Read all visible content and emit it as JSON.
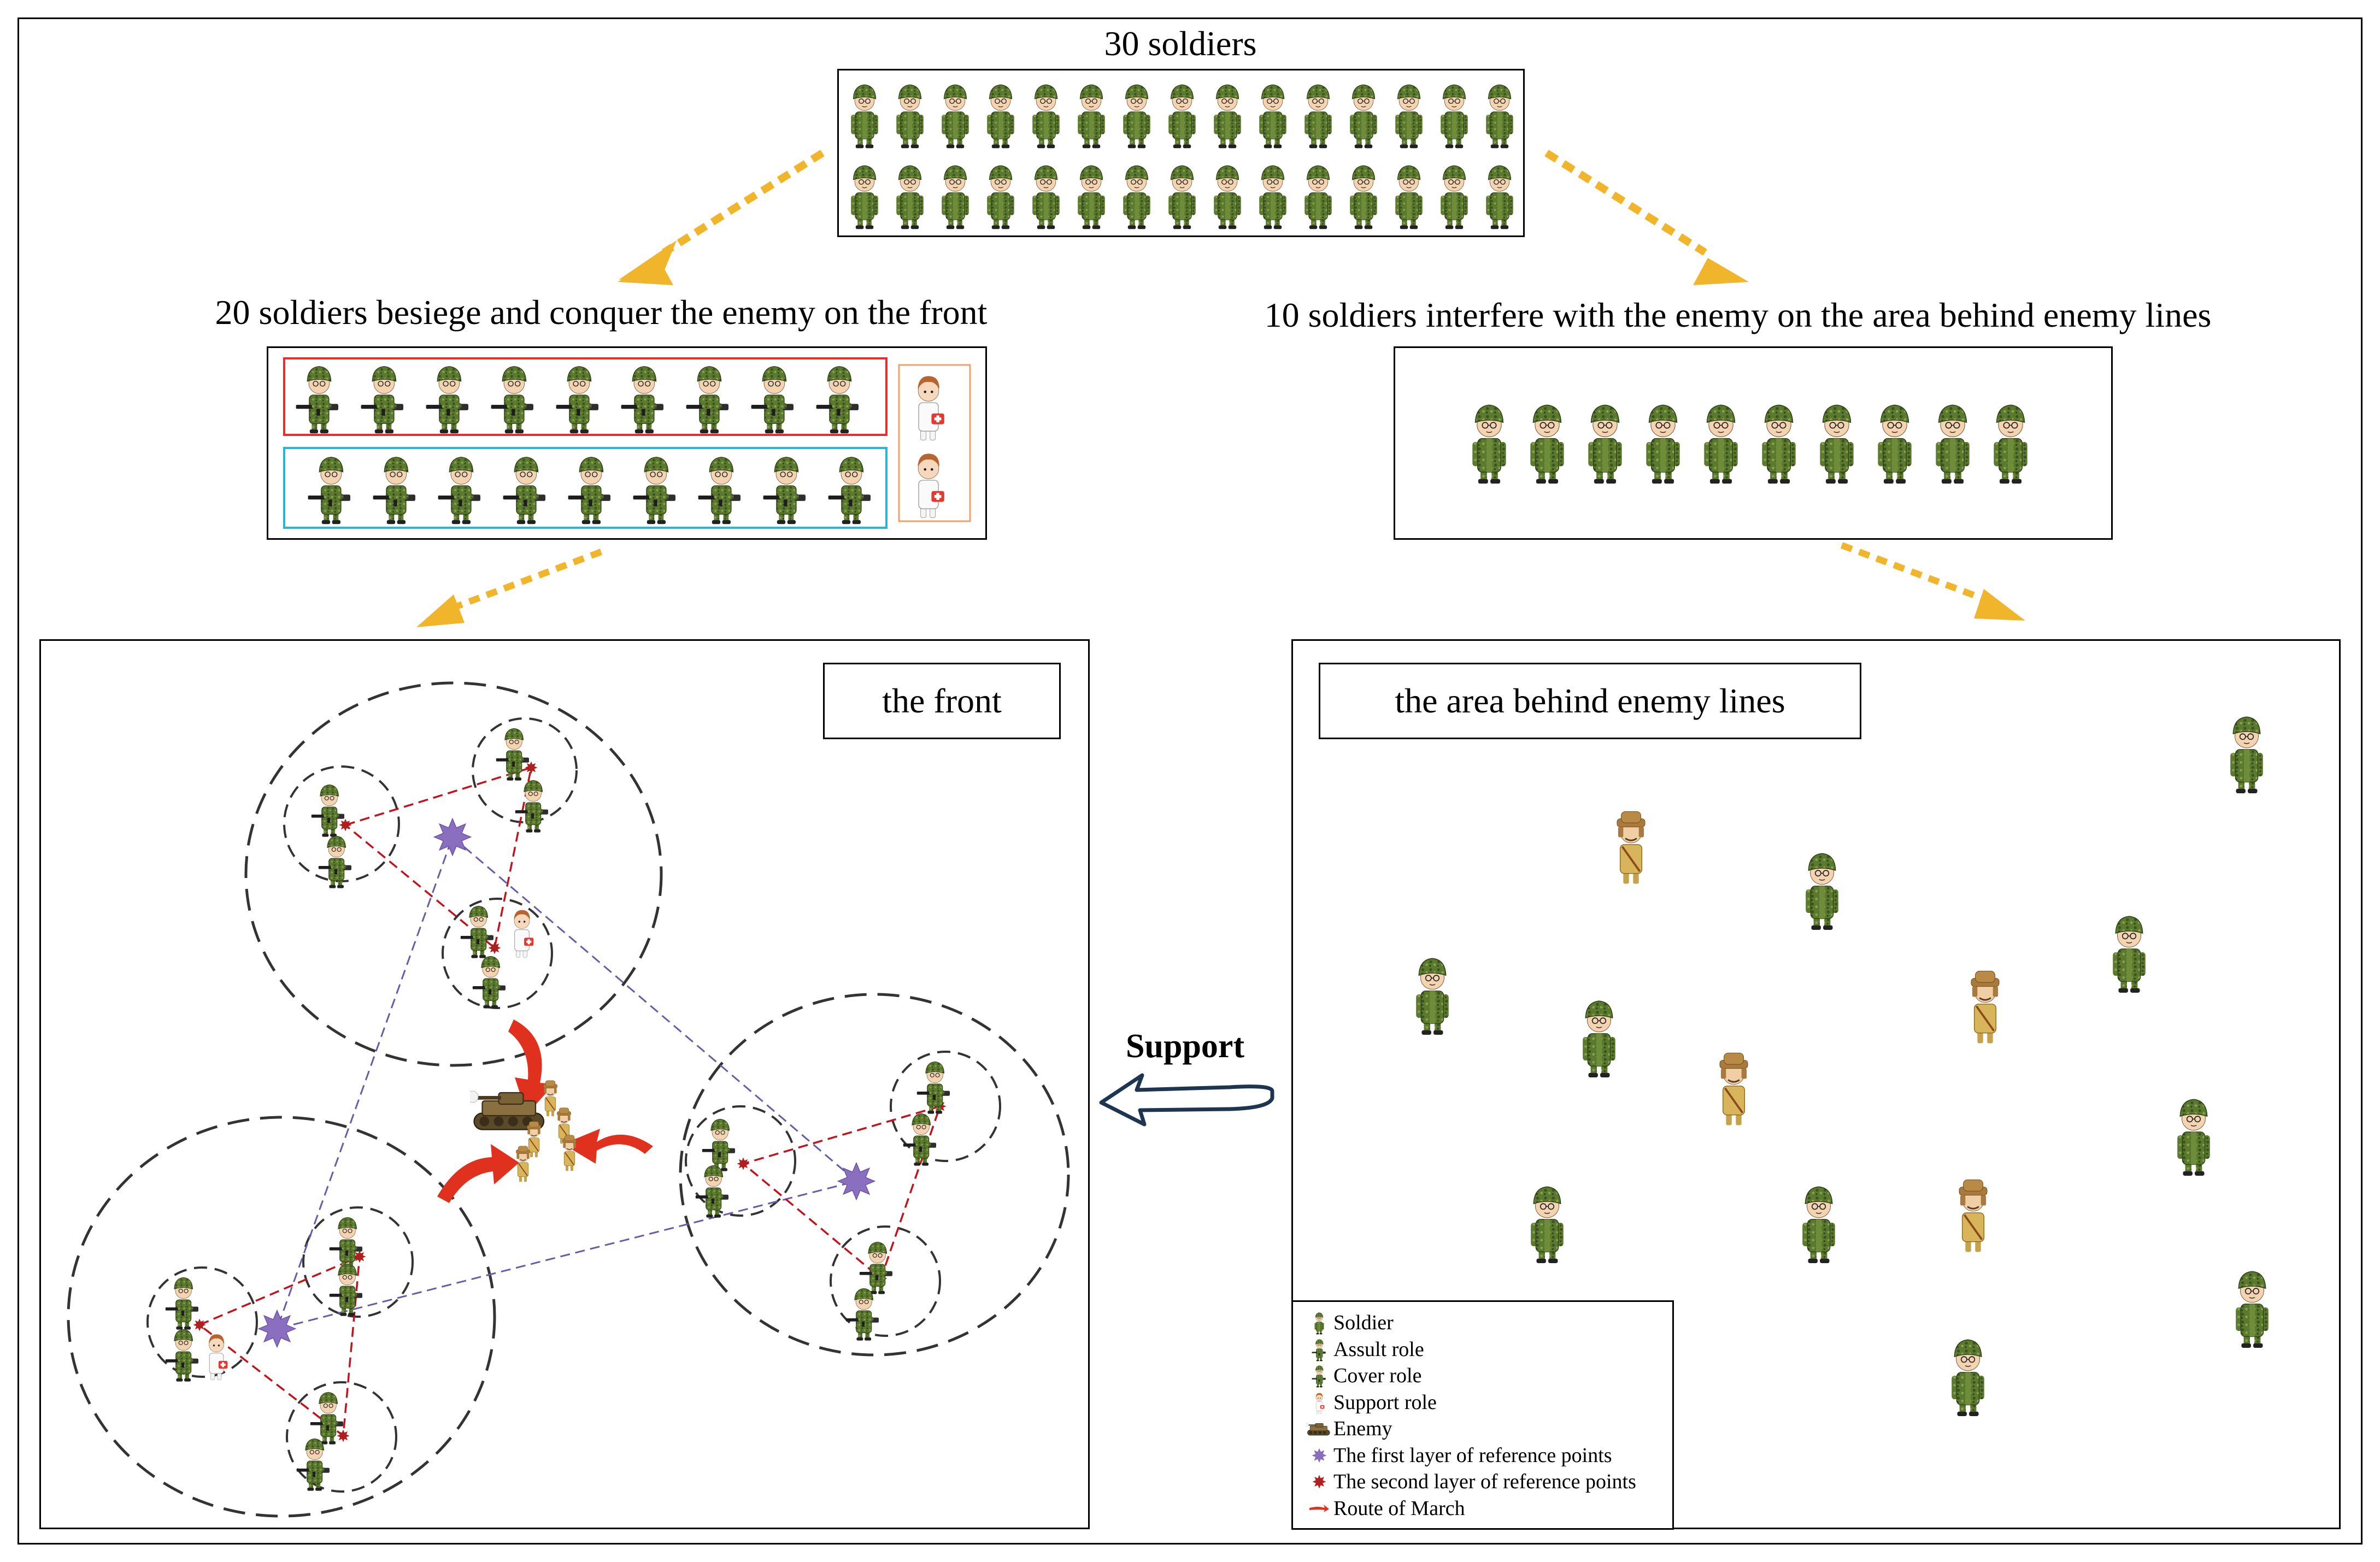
{
  "top": {
    "title": "30 soldiers"
  },
  "branches": {
    "front_title": "20 soldiers besiege and conquer the enemy on the front",
    "rear_title": "10 soldiers interfere with the enemy on the area behind enemy lines"
  },
  "panels": {
    "front_label": "the front",
    "rear_label": "the area behind enemy lines"
  },
  "support": {
    "label": "Support"
  },
  "legend": {
    "items": [
      {
        "label": "Soldier",
        "icon": "soldier-icon"
      },
      {
        "label": "Assult role",
        "icon": "assault-soldier-icon"
      },
      {
        "label": "Cover role",
        "icon": "cover-soldier-icon"
      },
      {
        "label": "Support role",
        "icon": "medic-icon"
      },
      {
        "label": "Enemy",
        "icon": "enemy-icon"
      },
      {
        "label": "The first layer of reference points",
        "icon": "purple-star-icon"
      },
      {
        "label": "The second layer of reference points",
        "icon": "red-star-icon"
      },
      {
        "label": "Route of March",
        "icon": "red-arrow-icon"
      }
    ]
  },
  "colors": {
    "uniform": "#5c7a2e",
    "assault_box": "#e03030",
    "cover_box": "#2ab4d6",
    "medic_box": "#f0a06a",
    "flow_arrow": "#f0b52a",
    "attack_arrow": "#e0301e",
    "route_line": "#c0141e",
    "reference_line": "#6a5aaa",
    "first_layer_point": "#8a6ec0",
    "second_layer_point": "#b01e1e",
    "support_arrow": "#1d3550",
    "enemy_coat": "#d8b45a"
  }
}
